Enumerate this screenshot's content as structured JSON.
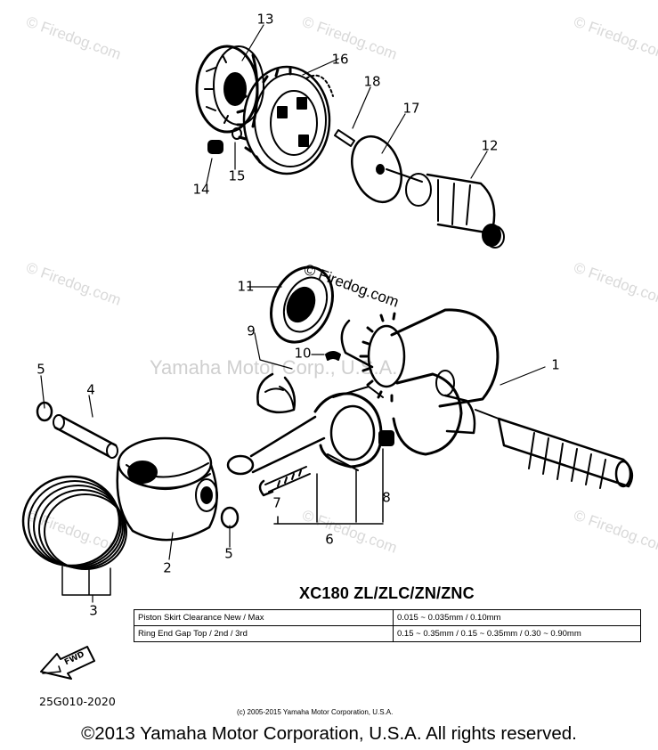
{
  "watermarks": {
    "site": "© Firedog.com",
    "faint_center": "Yamaha Motor Corp., U.S.A."
  },
  "callouts": {
    "n1": "1",
    "n2": "2",
    "n3": "3",
    "n4": "4",
    "n5a": "5",
    "n5b": "5",
    "n6": "6",
    "n7": "7",
    "n8": "8",
    "n9": "9",
    "n10": "10",
    "n11": "11",
    "n12": "12",
    "n13": "13",
    "n14": "14",
    "n15": "15",
    "n16": "16",
    "n17": "17",
    "n18": "18"
  },
  "fwd_label": "FWD",
  "model_title": "XC180 ZL/ZLC/ZN/ZNC",
  "spec_table": {
    "rows": [
      {
        "label": "Piston Skirt Clearance New / Max",
        "value": "0.015 ~ 0.035mm / 0.10mm"
      },
      {
        "label": "Ring End Gap Top / 2nd / 3rd",
        "value": "0.15 ~ 0.35mm / 0.15 ~ 0.35mm / 0.30 ~ 0.90mm"
      }
    ]
  },
  "part_code": "25G010-2020",
  "copyright_small": "(c) 2005-2015 Yamaha Motor Corporation, U.S.A.",
  "copyright_main": "©2013 Yamaha Motor Corporation, U.S.A. All rights reserved."
}
